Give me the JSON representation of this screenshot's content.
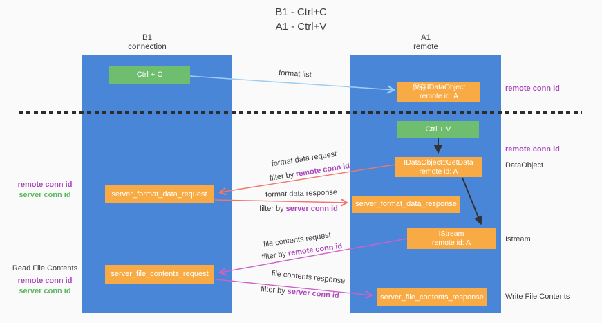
{
  "title": {
    "line1": "B1 - Ctrl+C",
    "line2": "A1 - Ctrl+V"
  },
  "lifelines": {
    "b1": {
      "name": "B1",
      "role": "connection"
    },
    "a1": {
      "name": "A1",
      "role": "remote"
    }
  },
  "nodes": {
    "ctrl_c": {
      "label": "Ctrl + C"
    },
    "save_dataobject": {
      "line1": "保存IDataObject",
      "line2": "remote id: A"
    },
    "ctrl_v": {
      "label": "Ctrl + V"
    },
    "getdata": {
      "line1": "IDataObject::GetData",
      "line2": "remote id: A"
    },
    "format_request": {
      "label": "server_format_data_request"
    },
    "format_response": {
      "label": "server_format_data_response"
    },
    "istream": {
      "line1": "IStream",
      "line2": "remote id: A"
    },
    "file_request": {
      "label": "server_file_contents_request"
    },
    "file_response": {
      "label": "server_file_contents_response"
    }
  },
  "flows": {
    "format_list": {
      "label": "format list"
    },
    "format_data_request": {
      "label": "format data request",
      "filter_prefix": "filter by",
      "filter_id": "remote conn id"
    },
    "format_data_response": {
      "label": "format data response",
      "filter_prefix": "filter by",
      "filter_id": "server conn id"
    },
    "file_contents_request": {
      "label": "file contents request",
      "filter_prefix": "filter by",
      "filter_id": "remote conn id"
    },
    "file_contents_response": {
      "label": "file contents response",
      "filter_prefix": "filter by",
      "filter_id": "server conn id"
    }
  },
  "left_labels": {
    "format_ids": {
      "remote": "remote conn id",
      "server": "server conn id"
    },
    "read_file": "Read File Contents",
    "file_ids": {
      "remote": "remote conn id",
      "server": "server conn id"
    }
  },
  "right_labels": {
    "save_conn_id": "remote conn id",
    "paste_conn_id": "remote conn id",
    "dataobject": "DataObject",
    "istream": "Istream",
    "write_file": "Write File Contents"
  },
  "colors": {
    "lifeline_blue": "#4a86d8",
    "action_green": "#6fbe70",
    "message_orange": "#f8ab44",
    "remote_id_purple": "#ab47bc",
    "server_id_green": "#5cb860",
    "request_arrow_red": "#f0766e",
    "file_arrow_magenta": "#cd61c8",
    "format_list_blue": "#9fcdf0",
    "black_arrow": "#333333"
  }
}
